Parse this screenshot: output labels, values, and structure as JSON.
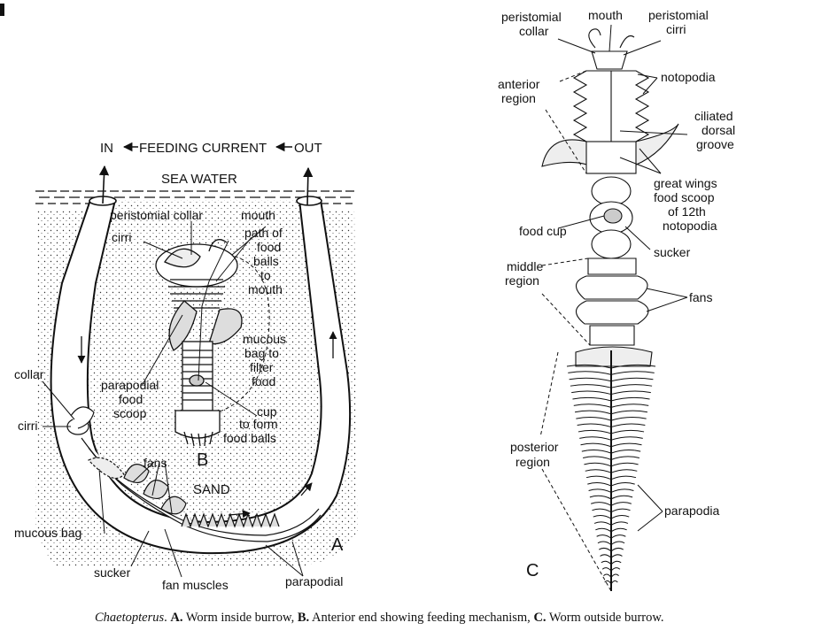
{
  "panel_a": {
    "letter": "A",
    "header": {
      "in": "IN",
      "feeding": "FEEDING CURRENT",
      "out": "OUT"
    },
    "sea_water": "SEA WATER",
    "sand": "SAND",
    "labels": {
      "collar": "collar",
      "cirri": "cirri",
      "fans": "fans",
      "mucous_bag": "mucous bag",
      "sucker": "sucker",
      "fan_muscles": "fan muscles",
      "parapodial": "parapodial"
    }
  },
  "panel_b": {
    "letter": "B",
    "labels": {
      "peristomial_collar": "peristomial collar",
      "mouth": "mouth",
      "cirri": "cirri",
      "path": [
        "path of",
        "food",
        "balls",
        "to",
        "mouth"
      ],
      "mucous": [
        "mucous",
        "bag to",
        "filter",
        "food"
      ],
      "scoop": [
        "parapodial",
        "food",
        "scoop"
      ],
      "cup": [
        "cup",
        "to form",
        "food balls"
      ]
    }
  },
  "panel_c": {
    "letter": "C",
    "labels": {
      "peristomial_collar": [
        "peristomial",
        "collar"
      ],
      "mouth": "mouth",
      "peristomial_cirri": [
        "peristomial",
        "cirri"
      ],
      "notopodia": "notopodia",
      "anterior_region": [
        "anterior",
        "region"
      ],
      "ciliated": [
        "ciliated",
        "dorsal",
        "groove"
      ],
      "great_wings": [
        "great wings",
        "food scoop",
        "of 12th",
        "notopodia"
      ],
      "food_cup": "food cup",
      "sucker": "sucker",
      "middle_region": [
        "middle",
        "region"
      ],
      "fans": "fans",
      "posterior_region": [
        "posterior",
        "region"
      ],
      "parapodia": "parapodia"
    }
  },
  "caption": {
    "genus": "Chaetopterus",
    "a_key": "A.",
    "a_text": "Worm inside burrow,",
    "b_key": "B.",
    "b_text": "Anterior end showing feeding mechanism,",
    "c_key": "C.",
    "c_text": "Worm outside burrow."
  }
}
